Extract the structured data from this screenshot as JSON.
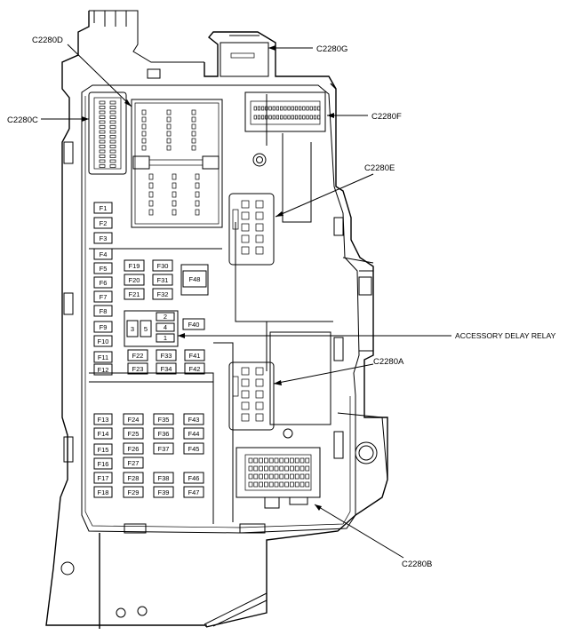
{
  "callouts": {
    "c2280d": "C2280D",
    "c2280g": "C2280G",
    "c2280c": "C2280C",
    "c2280f": "C2280F",
    "c2280e": "C2280E",
    "accessory_delay_relay": "ACCESSORY DELAY RELAY",
    "c2280a": "C2280A",
    "c2280b": "C2280B"
  },
  "relay_pins": [
    "2",
    "4",
    "1",
    "3",
    "5"
  ],
  "fuses": {
    "left_column": [
      "F1",
      "F2",
      "F3",
      "F4",
      "F5",
      "F6",
      "F7",
      "F8",
      "F9",
      "F10",
      "F11",
      "F12",
      "F13",
      "F14",
      "F15",
      "F16",
      "F17",
      "F18"
    ],
    "upper_grid": [
      "F19",
      "F30",
      "F20",
      "F31",
      "F21",
      "F32",
      "F48",
      "F40",
      "F22",
      "F33",
      "F41",
      "F23",
      "F34",
      "F42"
    ],
    "lower_grid": [
      "F24",
      "F35",
      "F43",
      "F25",
      "F36",
      "F44",
      "F26",
      "F37",
      "F45",
      "F27",
      "F28",
      "F38",
      "F46",
      "F29",
      "F39",
      "F47"
    ]
  }
}
